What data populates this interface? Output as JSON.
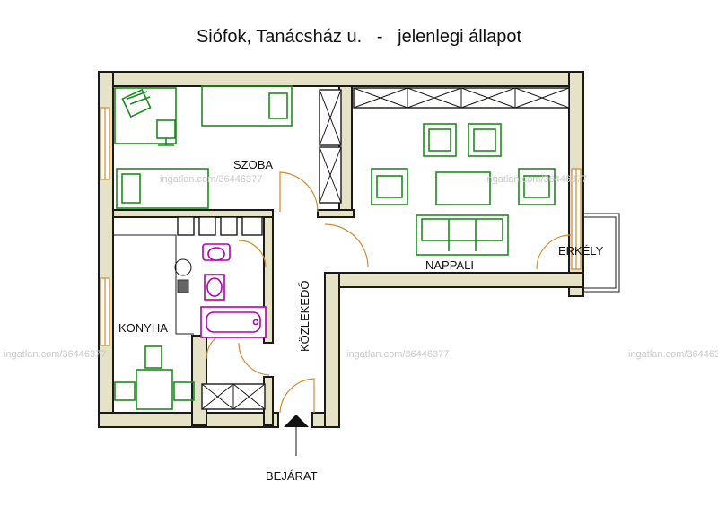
{
  "title": "Siófok, Tanácsház u.   -   jelenlegi állapot",
  "rooms": {
    "szoba": "SZOBA",
    "nappali": "NAPPALI",
    "erkely": "ERKÉLY",
    "konyha": "KONYHA",
    "kozlekedo": "KÖZLEKEDŐ",
    "bejarat": "BEJÁRAT"
  },
  "watermark": "ingatlan.com/36446377",
  "colors": {
    "wall_fill": "#e6e2c6",
    "furniture": "#1e8a1e",
    "sanitary": "#b000b0",
    "door": "#d08a30"
  }
}
